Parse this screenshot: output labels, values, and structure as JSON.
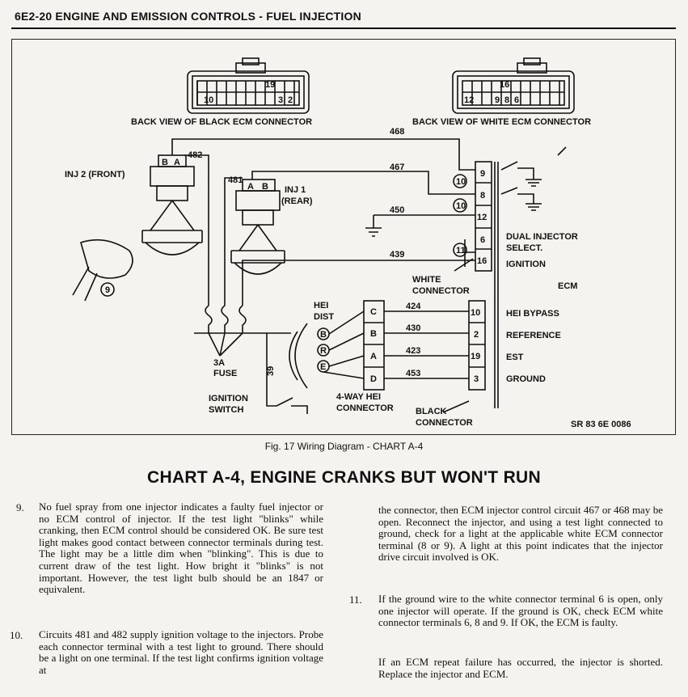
{
  "header": {
    "title": "6E2-20  ENGINE AND EMISSION CONTROLS - FUEL INJECTION"
  },
  "diagram": {
    "black_ecm_label": "BACK VIEW OF BLACK ECM CONNECTOR",
    "white_ecm_label": "BACK VIEW OF WHITE ECM CONNECTOR",
    "black_conn_pins": [
      "10",
      "19",
      "3",
      "2"
    ],
    "white_conn_pins": [
      "16",
      "12",
      "9",
      "8",
      "6"
    ],
    "inj2_label": "INJ 2 (FRONT)",
    "inj1_label_a": "INJ 1",
    "inj1_label_b": "(REAR)",
    "inj2_pins": [
      "B",
      "A"
    ],
    "inj1_pins": [
      "A",
      "B"
    ],
    "wire_482": "482",
    "wire_481": "481",
    "wire_468": "468",
    "wire_467": "467",
    "wire_450": "450",
    "wire_439": "439",
    "wire_424": "424",
    "wire_430": "430",
    "wire_423": "423",
    "wire_453": "453",
    "wire_39": "39",
    "callout_10a": "10",
    "callout_10b": "10",
    "callout_11": "11",
    "callout_9": "9",
    "white_terminals": [
      "9",
      "8",
      "12",
      "6",
      "16"
    ],
    "black_terminals": [
      "10",
      "2",
      "19",
      "3"
    ],
    "dual_injector_a": "DUAL INJECTOR",
    "dual_injector_b": "SELECT.",
    "ignition_label": "IGNITION",
    "ecm_label": "ECM",
    "white_connector_a": "WHITE",
    "white_connector_b": "CONNECTOR",
    "hei_dist_a": "HEI",
    "hei_dist_b": "DIST",
    "hei_pins": [
      "C",
      "B",
      "A",
      "D"
    ],
    "dist_circles": [
      "B",
      "R",
      "E"
    ],
    "hei_bypass": "HEI BYPASS",
    "reference": "REFERENCE",
    "est": "EST",
    "ground": "GROUND",
    "fuse_a": "3A",
    "fuse_b": "FUSE",
    "ign_switch_a": "IGNITION",
    "ign_switch_b": "SWITCH",
    "hei_conn_a": "4-WAY HEI",
    "hei_conn_b": "CONNECTOR",
    "black_connector_a": "BLACK",
    "black_connector_b": "CONNECTOR",
    "sr_code": "SR 83 6E 0086"
  },
  "caption": "Fig. 17 Wiring Diagram - CHART A-4",
  "chart_title": "CHART A-4, ENGINE CRANKS BUT WON'T RUN",
  "items": {
    "n9": "9.",
    "t9": "No fuel spray from one injector indicates a faulty fuel injector or no ECM control of injector. If the test light \"blinks\" while cranking, then ECM control should be considered OK. Be sure test light makes good contact between connector terminals during test. The light may be a little dim when \"blinking\". This is due to current draw of the test light. How bright it \"blinks\" is not important. However, the test light bulb should be an 1847 or equivalent.",
    "n10": "10.",
    "t10": "Circuits 481 and 482 supply ignition voltage to the injectors. Probe each connector terminal with a test light to ground. There should be a light on one terminal. If the test light confirms ignition voltage at",
    "t10_cont": "the connector, then ECM injector control circuit 467 or 468 may be open. Reconnect the injector, and using a test light connected to ground, check for a light at the applicable white ECM connector terminal (8 or 9). A light at this point indicates that the injector drive circuit involved is OK.",
    "n11": "11.",
    "t11": "If the ground wire to the white connector terminal 6 is open, only one injector will operate. If the ground is OK, check ECM white connector terminals 6, 8 and 9. If OK, the ECM is faulty.",
    "final": "If an ECM repeat failure has occurred, the injector is shorted. Replace the injector and ECM."
  }
}
